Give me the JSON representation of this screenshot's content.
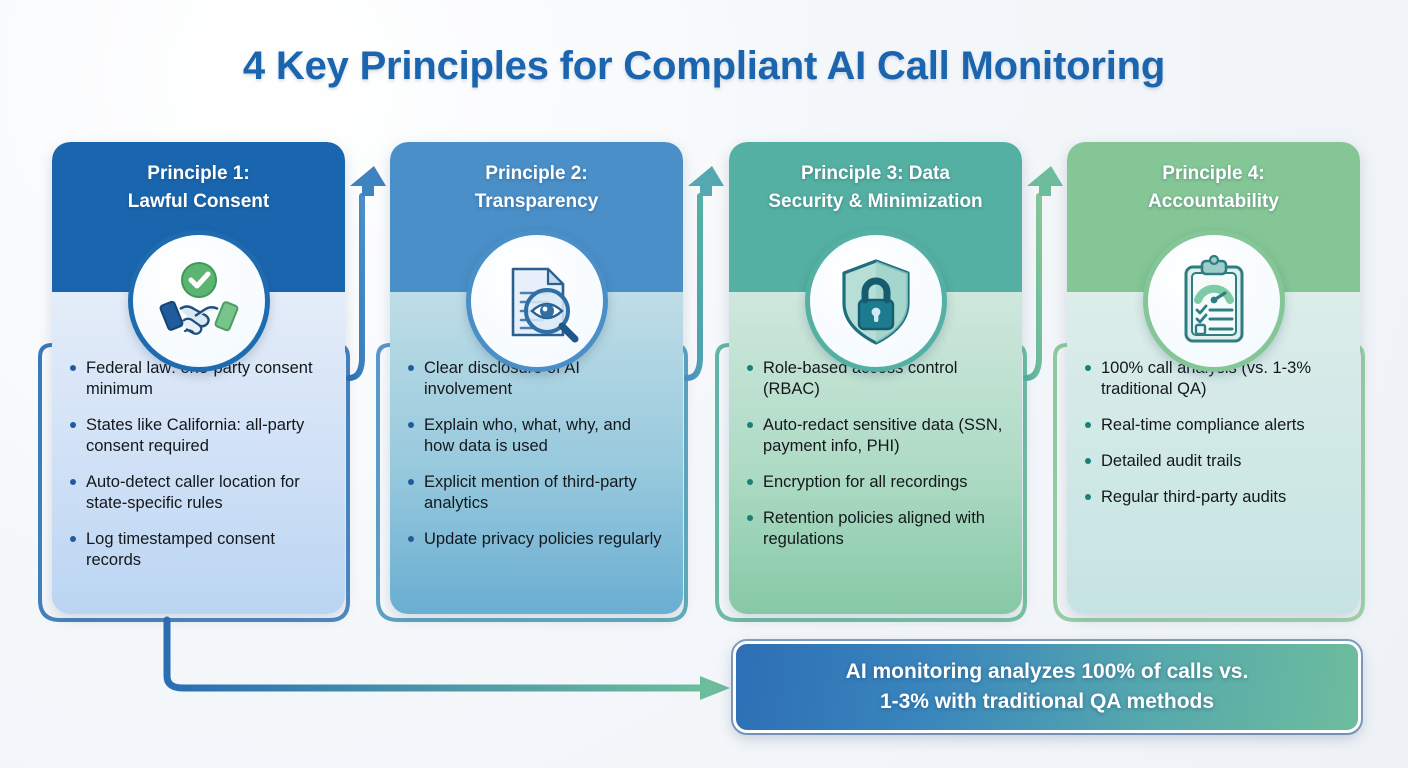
{
  "header": {
    "title": "4 Key Principles for Compliant AI Call Monitoring"
  },
  "colors": {
    "title": "#1b64ae",
    "card1_header": "#1a66ae",
    "card2_header": "#4a8fc8",
    "card3_header": "#54b0a2",
    "card4_header": "#84c695",
    "banner_gradient_start": "#2d6fb5",
    "banner_gradient_end": "#6dbd9d",
    "bullet_blue": "#1f5c9e",
    "bullet_teal": "#17807a"
  },
  "cards": [
    {
      "title_line1": "Principle 1:",
      "title_line2": "Lawful Consent",
      "icon": "handshake-check-icon",
      "bullets": [
        "Federal law: one-party consent minimum",
        "States like California: all-party consent required",
        "Auto-detect caller location for state-specific rules",
        "Log timestamped consent records"
      ]
    },
    {
      "title_line1": "Principle 2:",
      "title_line2": "Transparency",
      "icon": "document-magnifier-eye-icon",
      "bullets": [
        "Clear disclosure of AI involvement",
        "Explain who, what, why, and how data is used",
        "Explicit mention of third-party analytics",
        "Update privacy policies regularly"
      ]
    },
    {
      "title_line1": "Principle 3: Data",
      "title_line2": "Security & Minimization",
      "icon": "shield-lock-icon",
      "bullets": [
        "Role-based access control (RBAC)",
        "Auto-redact sensitive data (SSN, payment info, PHI)",
        "Encryption for all recordings",
        "Retention policies aligned with regulations"
      ]
    },
    {
      "title_line1": "Principle 4:",
      "title_line2": "Accountability",
      "icon": "clipboard-gauge-checklist-icon",
      "bullets": [
        "100% call analysis (vs. 1-3% traditional QA)",
        "Real-time compliance alerts",
        "Detailed audit trails",
        "Regular third-party audits"
      ]
    }
  ],
  "banner": {
    "line1": "AI monitoring analyzes 100% of calls vs.",
    "line2": "1-3% with traditional QA methods"
  }
}
